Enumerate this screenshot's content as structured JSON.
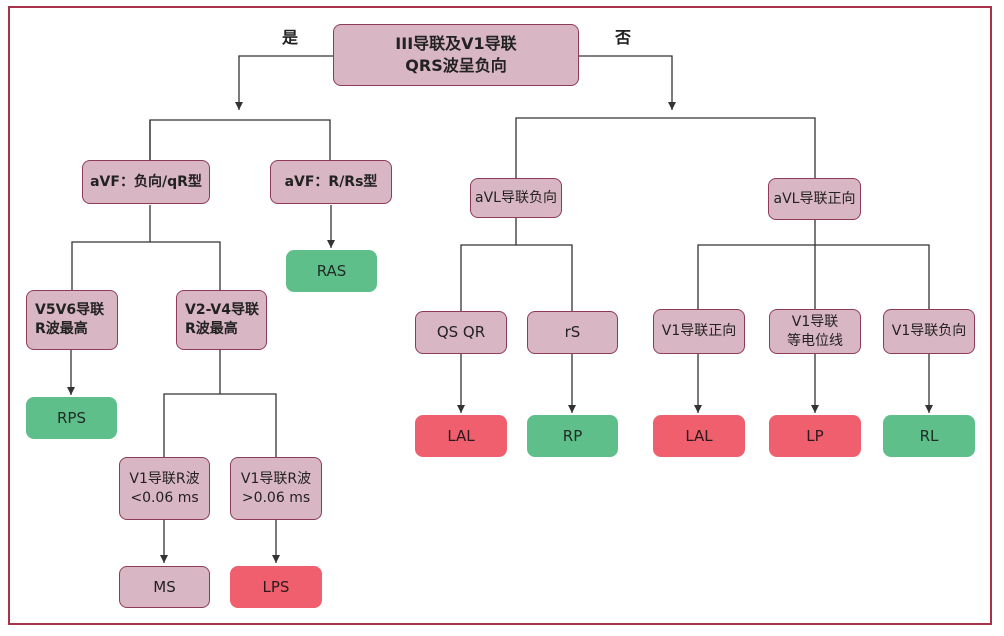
{
  "root": {
    "line1": "III导联及V1导联",
    "line2": "QRS波呈负向"
  },
  "branch_yes": "是",
  "branch_no": "否",
  "left": {
    "avf_neg": "aVF：负向/qR型",
    "avf_pos": "aVF：R/Rs型",
    "ras": "RAS",
    "v5v6": {
      "line1": "V5V6导联",
      "line2": "R波最高"
    },
    "v2v4": {
      "line1": "V2-V4导联",
      "line2": "R波最高"
    },
    "rps": "RPS",
    "v1_lt": {
      "line1": "V1导联R波",
      "line2": "<0.06 ms"
    },
    "v1_gt": {
      "line1": "V1导联R波",
      "line2": ">0.06 ms"
    },
    "ms": "MS",
    "lps": "LPS"
  },
  "right": {
    "avl_neg": "aVL导联负向",
    "avl_pos": "aVL导联正向",
    "qs_qr": "QS QR",
    "rs": "rS",
    "lal1": "LAL",
    "rp": "RP",
    "v1_pos": "V1导联正向",
    "v1_iso": {
      "line1": "V1导联",
      "line2": "等电位线"
    },
    "v1_neg": "V1导联负向",
    "lal2": "LAL",
    "lp": "LP",
    "rl": "RL"
  },
  "colors": {
    "frame": "#a8324a",
    "question_fill": "#d9b6c3",
    "question_border": "#8f3a56",
    "result_green": "#5fbf8a",
    "result_red": "#ef5f6e",
    "connector": "#333333"
  }
}
